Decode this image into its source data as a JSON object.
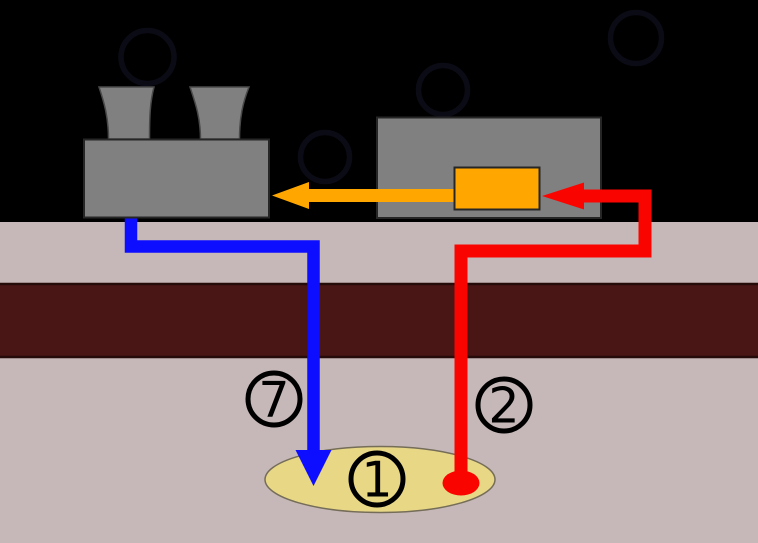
{
  "diagram": {
    "kind": "cross-section-schematic",
    "circled_number_labels": {
      "reservoir": "1",
      "right_well": "2",
      "left_well": "7"
    },
    "unlabeled_sky_circle_count": 4
  },
  "colors": {
    "sky": "#000000",
    "surface_line": "#000000",
    "ground": "#c6b8b8",
    "dark_stratum": "#4a1515",
    "dark_stratum_edge": "#260b0b",
    "building": "#808080",
    "building_edge": "#262626",
    "tower_edge": "#4a4a4a",
    "heat_exchanger": "#ffa600",
    "heat_exchanger_edge": "#262626",
    "orange_arrow": "#ffa600",
    "red_pipe": "#fa0400",
    "blue_pipe": "#0d0dff",
    "reservoir": "#e8d886",
    "reservoir_edge": "#756d58",
    "label_ink": "#000000",
    "sky_circle_ring": "#0b0b16"
  }
}
